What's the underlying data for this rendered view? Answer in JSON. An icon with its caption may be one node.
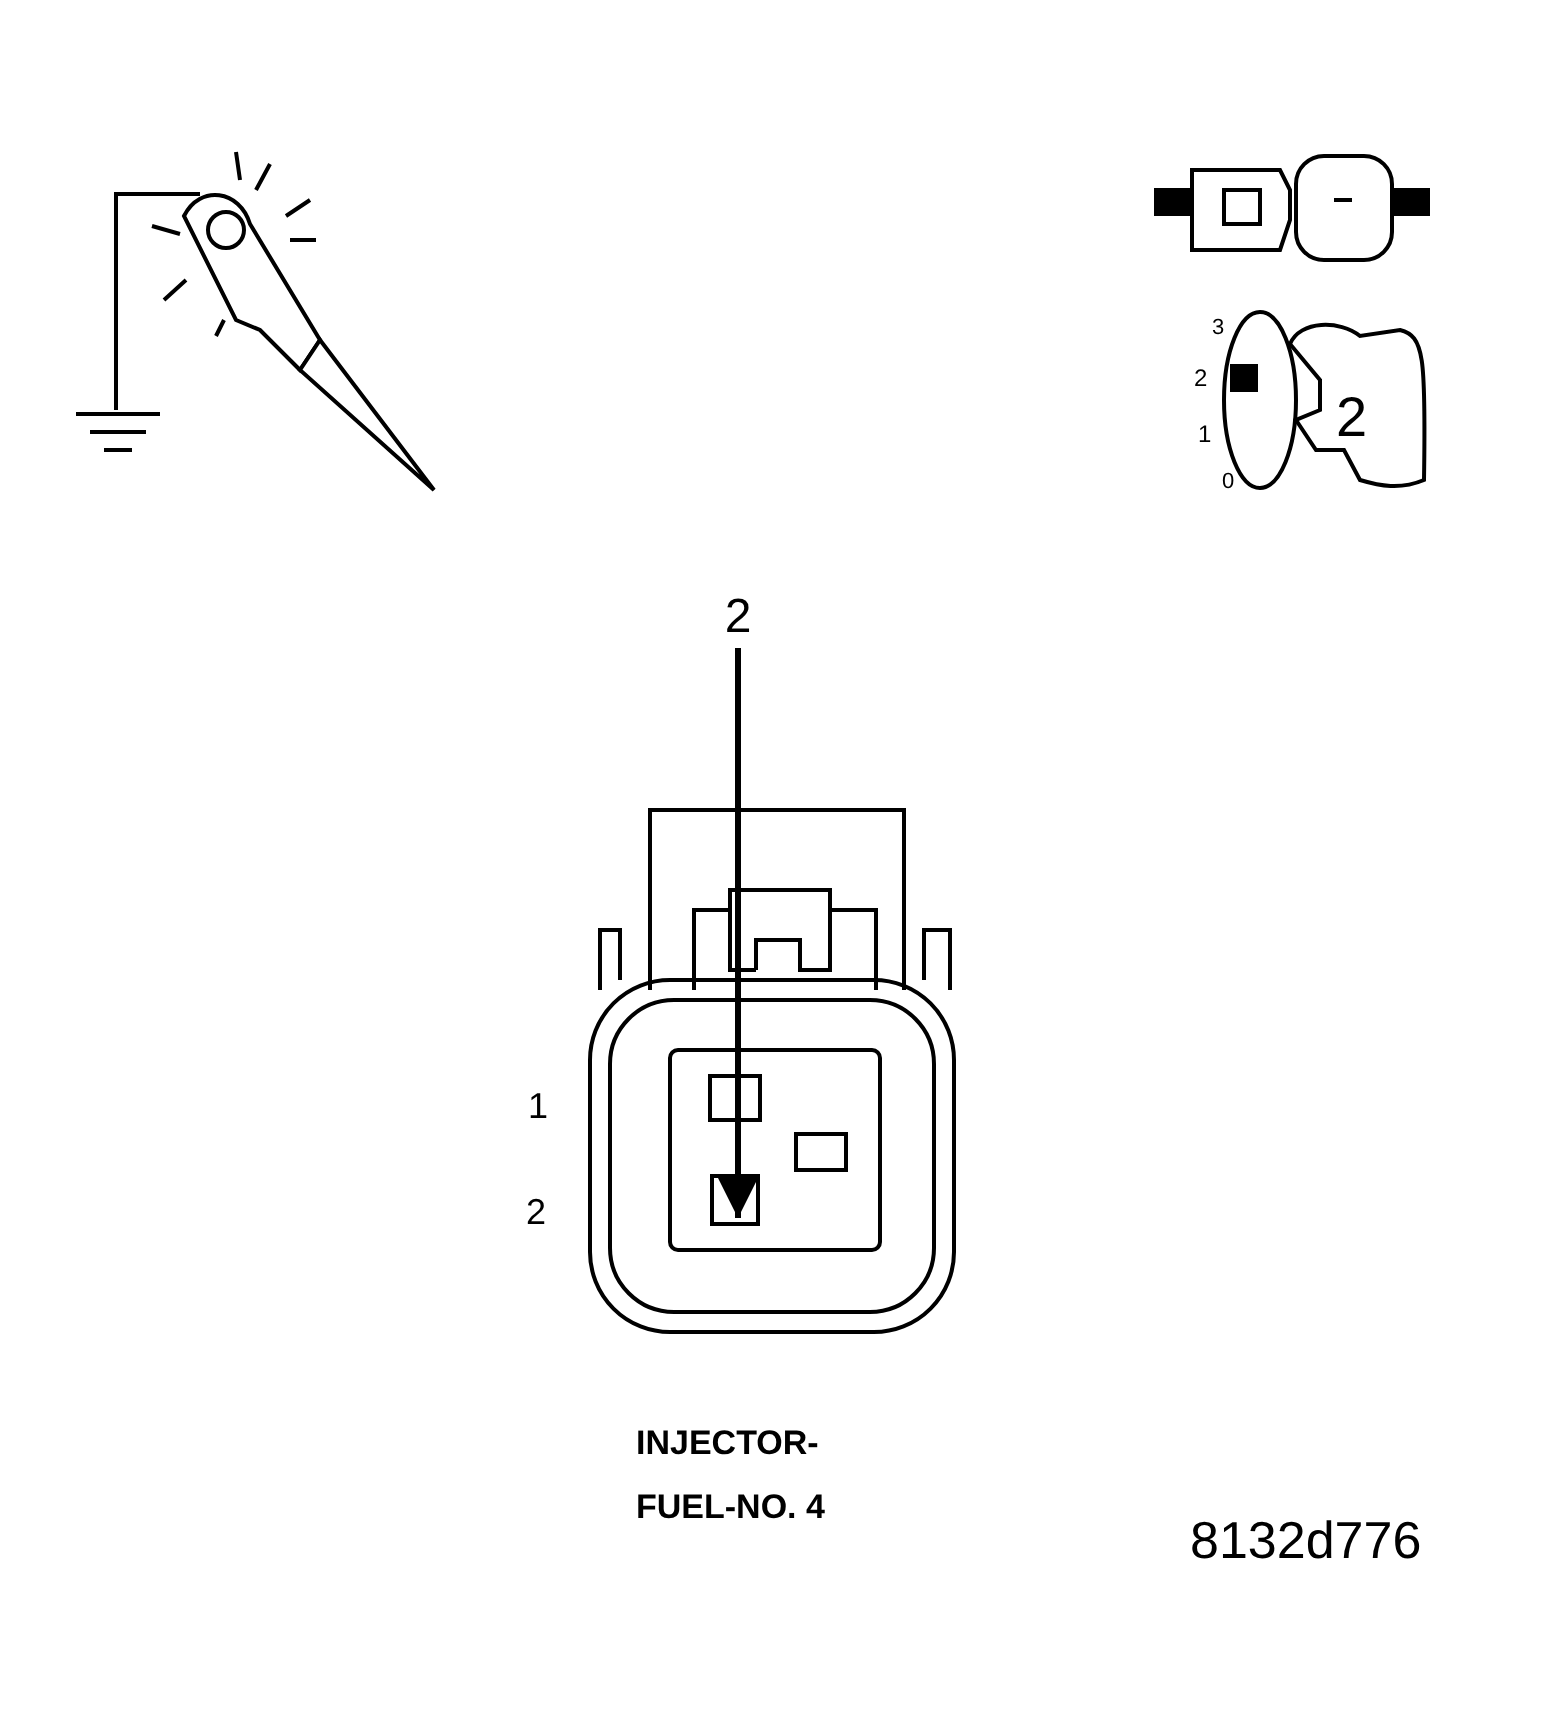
{
  "diagram": {
    "nodes": [
      {
        "text": [
          "2"
        ]
      },
      {
        "text": [],
        "shape": "box"
      }
    ],
    "edges": [
      {
        "from": 0,
        "to": 1,
        "arrow": "to"
      }
    ],
    "labels": [
      "3",
      "2",
      "2",
      "1",
      "0",
      "1",
      "2",
      "INJECTOR- FUEL-NO. 4",
      "8132d776"
    ]
  }
}
